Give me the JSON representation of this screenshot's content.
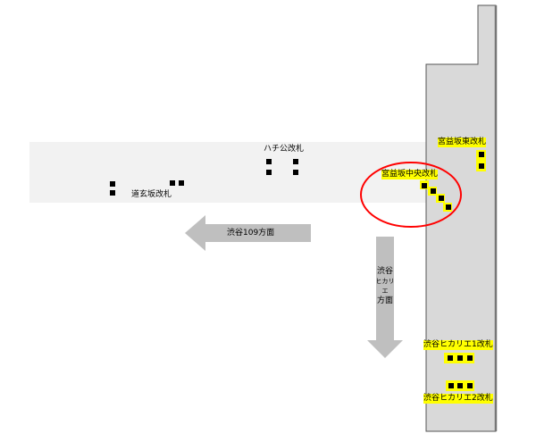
{
  "gates": {
    "hachiko": "ハチ公改札",
    "dogenzaka": "道玄坂改札",
    "miyamasuzaka_chuo": "宮益坂中央改札",
    "miyamasuzaka_higashi": "宮益坂東改札",
    "hikarie1": "渋谷ヒカリエ1改札",
    "hikarie2": "渋谷ヒカリエ2改札"
  },
  "directions": {
    "shibuya109": "渋谷109方面",
    "hikarie_line1": "渋谷",
    "hikarie_line2": "ヒカリエ",
    "hikarie_line3": "方面"
  },
  "colors": {
    "highlight": "#ffff00",
    "circle": "#ff0000",
    "arrow": "#bfbfbf",
    "concourse": "#f2f2f2",
    "platform": "#d9d9d9"
  }
}
